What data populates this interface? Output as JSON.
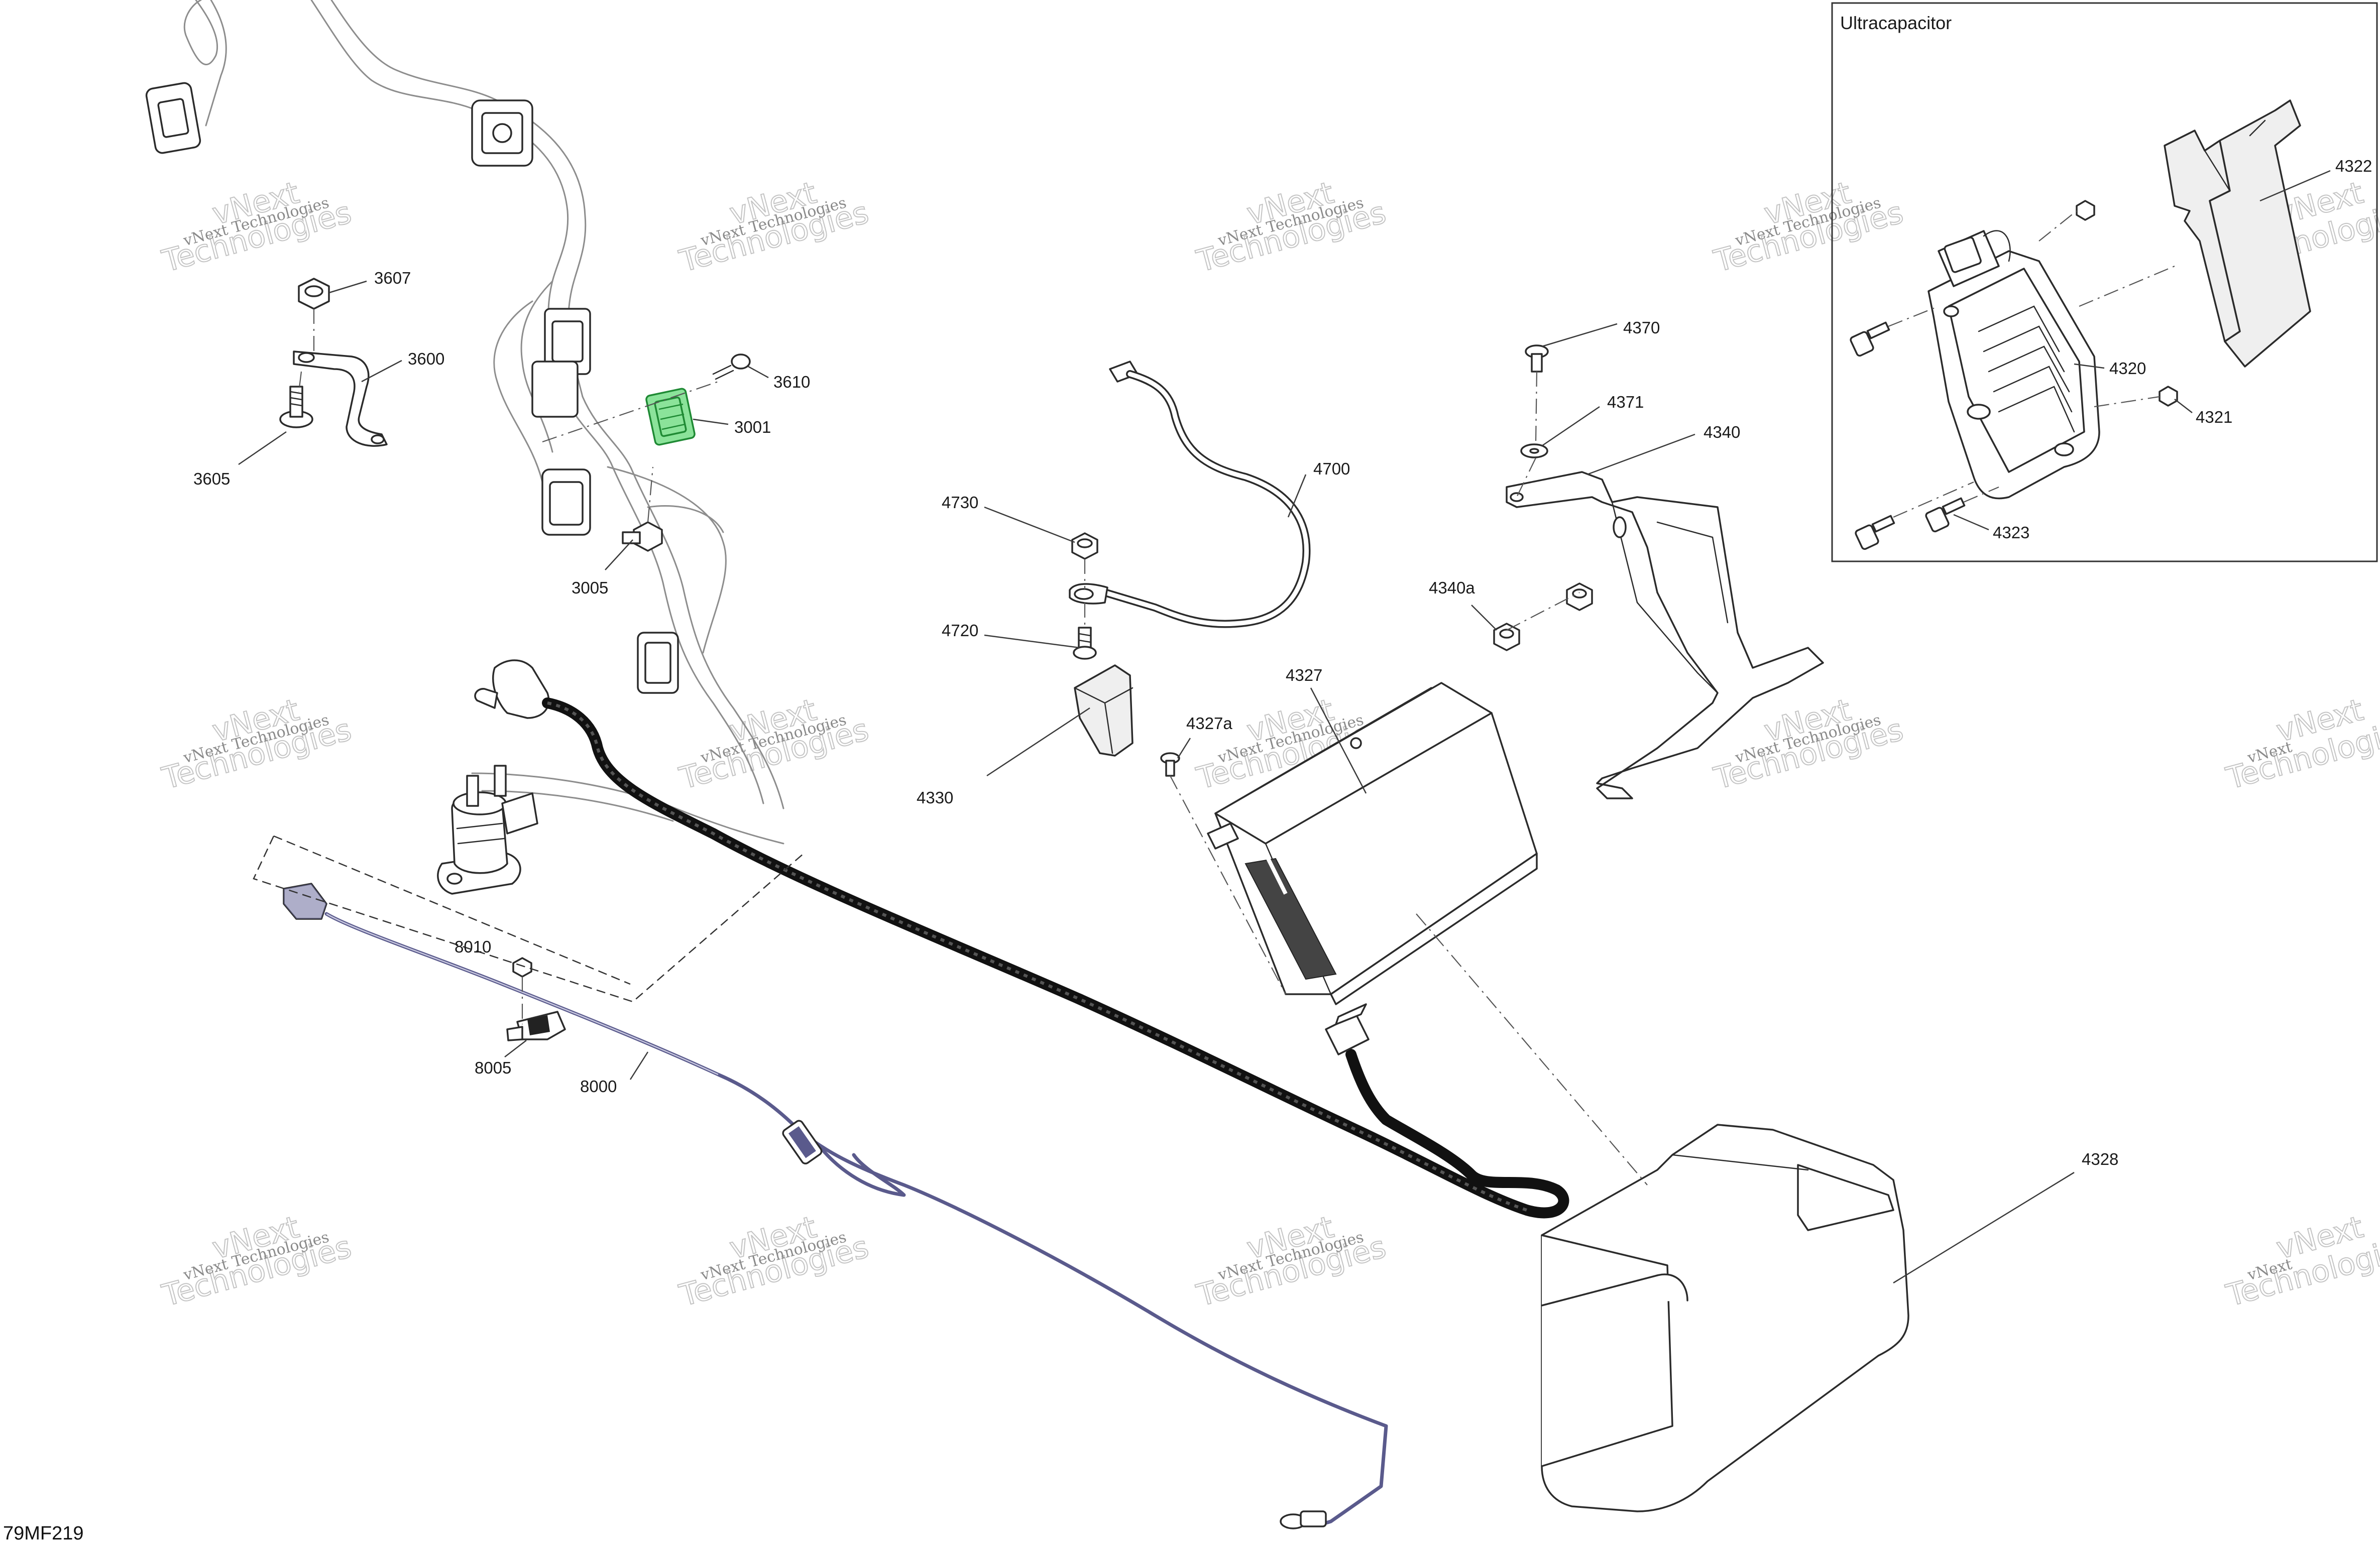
{
  "figure_code": "79MF219",
  "inset_title": "Ultracapacitor",
  "watermark_text_a": "vNext",
  "watermark_text_b": "Technologies",
  "parts": [
    {
      "id": "p3607",
      "label": "3607"
    },
    {
      "id": "p3600",
      "label": "3600"
    },
    {
      "id": "p3605",
      "label": "3605"
    },
    {
      "id": "p3610",
      "label": "3610"
    },
    {
      "id": "p3001",
      "label": "3001"
    },
    {
      "id": "p3005",
      "label": "3005"
    },
    {
      "id": "p4370",
      "label": "4370"
    },
    {
      "id": "p4371",
      "label": "4371"
    },
    {
      "id": "p4340",
      "label": "4340"
    },
    {
      "id": "p4340a",
      "label": "4340a"
    },
    {
      "id": "p4700",
      "label": "4700"
    },
    {
      "id": "p4730",
      "label": "4730"
    },
    {
      "id": "p4720",
      "label": "4720"
    },
    {
      "id": "p4327",
      "label": "4327"
    },
    {
      "id": "p4327a",
      "label": "4327a"
    },
    {
      "id": "p4330",
      "label": "4330"
    },
    {
      "id": "p4328",
      "label": "4328"
    },
    {
      "id": "p4322",
      "label": "4322"
    },
    {
      "id": "p4320",
      "label": "4320"
    },
    {
      "id": "p4321",
      "label": "4321"
    },
    {
      "id": "p4323",
      "label": "4323"
    },
    {
      "id": "p8010",
      "label": "8010"
    },
    {
      "id": "p8005",
      "label": "8005"
    },
    {
      "id": "p8000",
      "label": "8000"
    }
  ]
}
